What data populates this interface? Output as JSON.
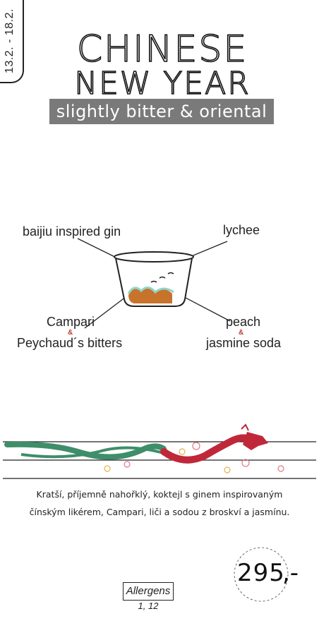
{
  "date_range": "13.2. - 18.2.",
  "title_line1": "CHINESE",
  "title_line2": "NEW YEAR",
  "subtitle": "slightly bitter & oriental",
  "ingredients": {
    "gin": "baijiu inspired gin",
    "lychee": "lychee",
    "campari": "Campari",
    "bitters": "Peychaud´s bitters",
    "peach": "peach",
    "soda": "jasmine soda",
    "ampersand": "&"
  },
  "description_line1": "Kratší, příjemně nahořklý, koktejl s ginem inspirovaným",
  "description_line2": "čínským likérem, Campari, liči a sodou z broskví a jasmínu.",
  "price": "295",
  "price_suffix": ",-",
  "allergens_label": "Allergens",
  "allergens_values": "1, 12",
  "colors": {
    "dragon_green": "#3e8e6a",
    "dragon_red": "#c0283a",
    "subtitle_bg": "#7a7a7a",
    "text": "#1a1a1a"
  }
}
